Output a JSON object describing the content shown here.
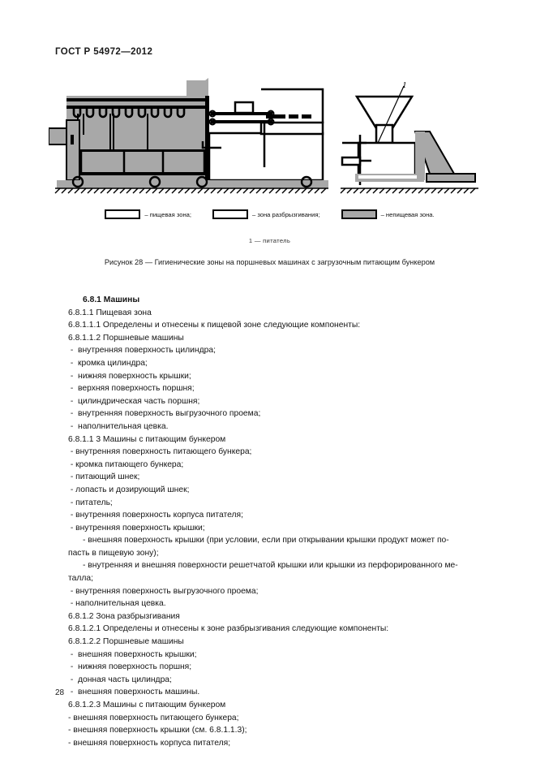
{
  "document": {
    "standard_header": "ГОСТ Р 54972—2012",
    "page_number": "28"
  },
  "figure": {
    "legend": [
      {
        "swatch": "white",
        "label": "– пищевая зона;"
      },
      {
        "swatch": "white",
        "label": "– зона разбрызгивания;"
      },
      {
        "swatch": "gray",
        "label": "– непищевая зона."
      }
    ],
    "callout_note": "1 — питатель",
    "caption": "Рисунок 28 — Гигиенические зоны на поршневых машинах с загрузочным питающим бункером",
    "leader_label": "1"
  },
  "content": {
    "lines": [
      {
        "type": "h",
        "text": "6.8.1 Машины"
      },
      {
        "type": "p",
        "text": "6.8.1.1 Пищевая зона"
      },
      {
        "type": "p",
        "text": "6.8.1.1.1 Определены и отнесены к пищевой зоне следующие компоненты:"
      },
      {
        "type": "p",
        "text": "6.8.1.1.2 Поршневые машины"
      },
      {
        "type": "li",
        "text": " -  внутренняя поверхность цилиндра;"
      },
      {
        "type": "li",
        "text": " -  кромка цилиндра;"
      },
      {
        "type": "li",
        "text": " -  нижняя поверхность крышки;"
      },
      {
        "type": "li",
        "text": " -  верхняя поверхность поршня;"
      },
      {
        "type": "li",
        "text": " -  цилиндрическая часть поршня;"
      },
      {
        "type": "li",
        "text": " -  внутренняя поверхность выгрузочного проема;"
      },
      {
        "type": "li",
        "text": " -  наполнительная цевка."
      },
      {
        "type": "p",
        "text": "6.8.1.1 3 Машины с питающим бункером"
      },
      {
        "type": "li",
        "text": " - внутренняя поверхность питающего бункера;"
      },
      {
        "type": "li",
        "text": " - кромка питающего бункера;"
      },
      {
        "type": "li",
        "text": " - питающий шнек;"
      },
      {
        "type": "li",
        "text": " - лопасть и дозирующий шнек;"
      },
      {
        "type": "li",
        "text": " - питатель;"
      },
      {
        "type": "li",
        "text": " - внутренняя поверхность корпуса питателя;"
      },
      {
        "type": "li",
        "text": " - внутренняя поверхность крышки;"
      },
      {
        "type": "just",
        "text": "- внешняя поверхность крышки (при условии, если при открывании крышки продукт может по-"
      },
      {
        "type": "cont",
        "text": "пасть в пищевую зону);"
      },
      {
        "type": "just",
        "text": "- внутренняя и внешняя поверхности решетчатой крышки или крышки из перфорированного ме-"
      },
      {
        "type": "cont",
        "text": "талла;"
      },
      {
        "type": "li",
        "text": " - внутренняя поверхность выгрузочного проема;"
      },
      {
        "type": "li",
        "text": " - наполнительная цевка."
      },
      {
        "type": "p",
        "text": "6.8.1.2 Зона разбрызгивания"
      },
      {
        "type": "p",
        "text": "6.8.1.2.1 Определены и отнесены к зоне разбрызгивания следующие компоненты:"
      },
      {
        "type": "p",
        "text": "6.8.1.2.2 Поршневые машины"
      },
      {
        "type": "li",
        "text": " -  внешняя поверхность крышки;"
      },
      {
        "type": "li",
        "text": " -  нижняя поверхность поршня;"
      },
      {
        "type": "li",
        "text": " -  донная часть цилиндра;"
      },
      {
        "type": "li",
        "text": " -  внешняя поверхность машины."
      },
      {
        "type": "p",
        "text": "6.8.1.2.3 Машины с питающим бункером"
      },
      {
        "type": "li",
        "text": "- внешняя поверхность питающего бункера;"
      },
      {
        "type": "li",
        "text": "- внешняя поверхность крышки (см. 6.8.1.1.3);"
      },
      {
        "type": "li",
        "text": "- внешняя поверхность корпуса питателя;"
      }
    ]
  },
  "colors": {
    "nonfood_zone": "#a8a8a8",
    "outline": "#000000",
    "text": "#141414"
  }
}
